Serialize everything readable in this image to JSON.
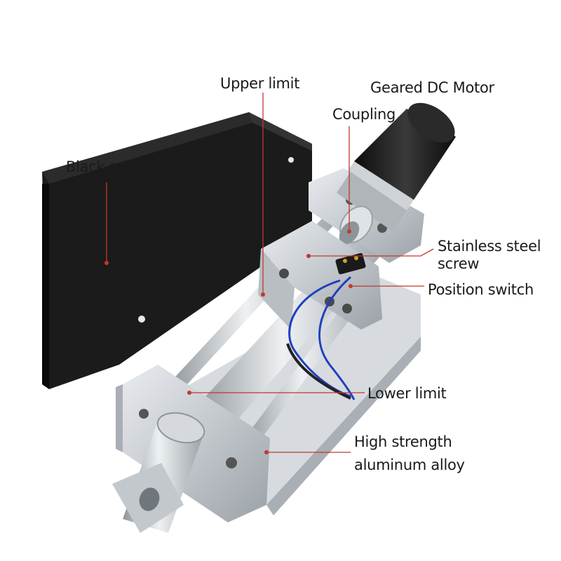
{
  "labels": {
    "upper_limit": "Upper limit",
    "geared_dc_motor": "Geared DC Motor",
    "coupling": "Coupling",
    "black_spray": "Black spray",
    "stainless_steel_screw_line1": "Stainless steel",
    "stainless_steel_screw_line2": "screw",
    "position_switch": "Position switch",
    "lower_limit": "Lower limit",
    "high_strength_line1": "High strength",
    "high_strength_line2": "aluminum alloy"
  },
  "colors": {
    "leader_line": "#c0392b",
    "enclosure": "#151515",
    "aluminum": "#c9ced3",
    "motor": "#1e1e1e",
    "wire": "#1f3fbf"
  }
}
